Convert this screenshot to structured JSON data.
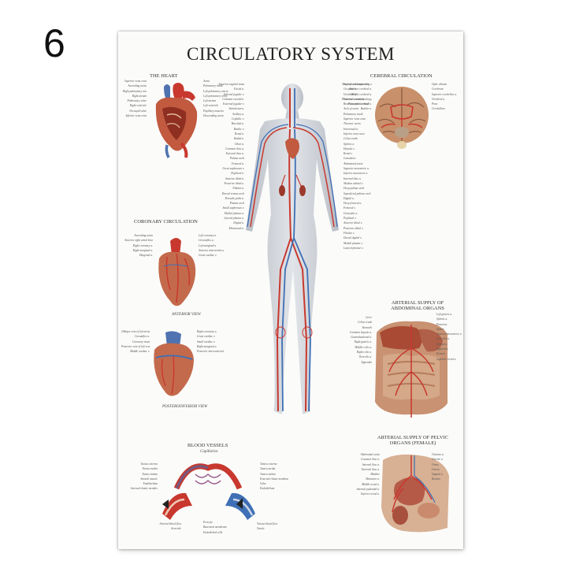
{
  "page_number": "6",
  "title": "CIRCULATORY SYSTEM",
  "sections": {
    "heart": "THE HEART",
    "cerebral": "CEREBRAL CIRCULATION",
    "coronary": "CORONARY CIRCULATION",
    "anterior_view": "ANTERIOR VIEW",
    "posteroinferior_view": "POSTEROINFERIOR VIEW",
    "abdominal": "ARTERIAL SUPPLY OF ABDOMINAL ORGANS",
    "pelvic": "ARTERIAL SUPPLY OF PELVIC ORGANS (FEMALE)",
    "blood_vessels": "BLOOD VESSELS",
    "capillaries": "Capillaries"
  },
  "labels": {
    "heart": [
      "Superior vena cava",
      "Aorta",
      "Ascending aorta",
      "Pulmonary trunk",
      "Right pulmonary arteries",
      "Left pulmonary artery",
      "Left pulmonary veins",
      "Right atrium",
      "Left atrium",
      "Pulmonary valve",
      "Left ventricle",
      "Right ventricle",
      "Tricuspid valve",
      "Inferior vena cava",
      "Papillary muscles",
      "Descending aorta"
    ],
    "cerebral": [
      "Anterior communicating a.",
      "Anterior cerebral a.",
      "Middle cerebral a.",
      "Posterior communicating a.",
      "Optic chiasm",
      "Cerebrum",
      "Posterior cerebral a.",
      "Basilar a.",
      "Superior cerebellar a.",
      "Vertebral a.",
      "Pons",
      "Cerebellum"
    ],
    "coronary": [
      "Ascending aorta",
      "Left coronary a.",
      "Circumflex a.",
      "Anterior right atrial branch",
      "Left marginal a.",
      "Right coronary a.",
      "Anterior interventricular a.",
      "Right marginal a.",
      "Great cardiac v.",
      "Diagonal a."
    ],
    "posterior": [
      "Oblique vein of left atrium",
      "Right coronary a.",
      "Great cardiac v.",
      "Circumflex a.",
      "Small cardiac v.",
      "Coronary sinus",
      "Right marginal a.",
      "Posterior vein of left ventricle",
      "Posterior interventricular a.",
      "Middle cardiac v."
    ],
    "body_left": [
      "Superior sagittal sinus",
      "Facial a.",
      "Internal jugular v.",
      "Common carotid a.",
      "External jugular v.",
      "Subclavian a.",
      "Axillary a.",
      "Cephalic v.",
      "Brachial a.",
      "Basilic v.",
      "Renal a.",
      "Radial a.",
      "Ulnar a.",
      "Common iliac a.",
      "External iliac a.",
      "Palmar arch",
      "Femoral a.",
      "Great saphenous v.",
      "Popliteal a.",
      "Anterior tibial a.",
      "Posterior tibial a.",
      "Fibular a.",
      "Dorsal venous arch",
      "Dorsalis pedis a.",
      "Plantar arch",
      "Small saphenous v.",
      "Medial plantar a.",
      "Lateral plantar a.",
      "Digital a.",
      "Metatarsal a."
    ],
    "body_right": [
      "Superficial temporal a.",
      "Occipital a.",
      "Vertebral a.",
      "External carotid a.",
      "Brachiocephalic trunk",
      "Arch of aorta",
      "Pulmonary trunk",
      "Superior vena cava",
      "Thoracic aorta",
      "Intercostal a.",
      "Inferior vena cava",
      "Celiac trunk",
      "Splenic a.",
      "Hepatic v.",
      "Renal v.",
      "Gonadal a.",
      "Abdominal aorta",
      "Superior mesenteric a.",
      "Inferior mesenteric a.",
      "Internal iliac a.",
      "Median cubital v.",
      "Deep palmar arch",
      "Superficial palmar arch",
      "Digital a.",
      "Deep femoral a.",
      "Femoral v.",
      "Genicular a.",
      "Popliteal v.",
      "Anterior tibial v.",
      "Posterior tibial v.",
      "Fibular v.",
      "Dorsal digital v.",
      "Medial plantar v.",
      "Lateral plantar v."
    ],
    "abdominal": [
      "Left gastric a.",
      "Splenic a.",
      "Liver",
      "Celiac trunk",
      "Stomach",
      "Pancreas",
      "Common hepatic a.",
      "Gastroduodenal a.",
      "Right gastric a.",
      "Spleen",
      "Superior mesenteric a.",
      "Middle colic a.",
      "Right colic a.",
      "Left colic a.",
      "Jejunal a.",
      "Ileocolic a.",
      "Sigmoid a.",
      "Appendix",
      "Rectum",
      "Superior rectal a."
    ],
    "pelvic": [
      "Abdominal aorta",
      "Common iliac a.",
      "Internal iliac a.",
      "External iliac a.",
      "Ovarian a.",
      "Uterine a.",
      "Ovary",
      "Uterus",
      "Bladder",
      "Obturator a.",
      "Vaginal a.",
      "Middle rectal a.",
      "Internal pudendal a.",
      "Inferior rectal a.",
      "Rectum"
    ],
    "vessels": [
      "Tunica externa",
      "Tunica media",
      "Tunica intima",
      "Smooth muscle",
      "Endothelium",
      "Internal elastic membrane",
      "External elastic membrane",
      "Valve",
      "Arterial blood flow",
      "Venous blood flow",
      "Arteriole",
      "Venule",
      "Endothelial cells",
      "Basement membrane",
      "Pericyte"
    ]
  },
  "colors": {
    "artery": "#c8382e",
    "vein": "#3f6fb5",
    "tissue": "#c98060",
    "body": "#c9cdd3"
  }
}
